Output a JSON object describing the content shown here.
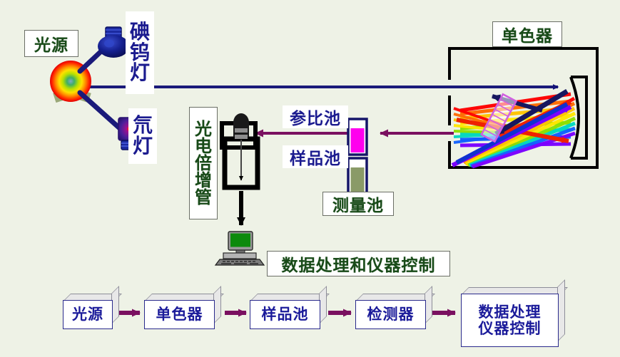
{
  "diagram": {
    "title_alt": "UV-Vis Spectrophotometer Schematic",
    "background_color": "#eef2e6",
    "label_text_color": "#184a18",
    "flow_text_color": "#1b1b9a"
  },
  "labels": {
    "light_source": "光源",
    "tungsten_iodine_lamp": [
      "碘",
      "钨",
      "灯"
    ],
    "deuterium_lamp": [
      "氘",
      "灯"
    ],
    "photomultiplier": [
      "光",
      "电",
      "倍",
      "增",
      "管"
    ],
    "reference_cell": "参比池",
    "sample_cell": "样品池",
    "measuring_cell": "测量池",
    "monochromator": "单色器",
    "data_processing_and_instrument_control": "数据处理和仪器控制"
  },
  "flow_chart": {
    "steps": [
      {
        "label_lines": [
          "光源"
        ]
      },
      {
        "label_lines": [
          "单色器"
        ]
      },
      {
        "label_lines": [
          "样品池"
        ]
      },
      {
        "label_lines": [
          "检测器"
        ]
      },
      {
        "label_lines": [
          "数据处理",
          "仪器控制"
        ]
      }
    ],
    "arrow_color": "#7a1060"
  },
  "colors": {
    "beam_navy": "#1a1a7a",
    "beam_purple": "#8a0f82",
    "cuvette_reference_fill": "#ff00ee",
    "cuvette_sample_fill": "#8a9a68",
    "cuvette_outline": "#151568",
    "monochromator_outline": "#000000",
    "grating_outline": "#d060e0",
    "spectrum": [
      "#ff0000",
      "#ff7f00",
      "#ffd900",
      "#7fe000",
      "#00e0c8",
      "#0060ff",
      "#7a00ff"
    ]
  }
}
